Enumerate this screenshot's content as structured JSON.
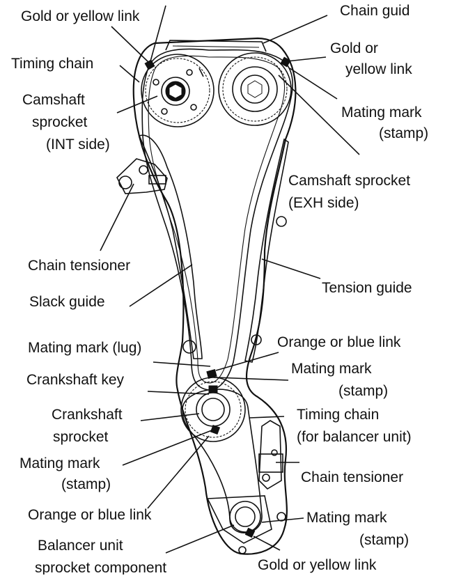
{
  "labels": {
    "gold_link_top_left": "Gold or yellow link",
    "chain_guide": "Chain guid",
    "timing_chain": "Timing chain",
    "gold_link_right_l1": "Gold or",
    "gold_link_right_l2": "yellow link",
    "camshaft_int_l1": "Camshaft",
    "camshaft_int_l2": "sprocket",
    "camshaft_int_l3": "(INT side)",
    "mating_mark_top_l1": "Mating mark",
    "mating_mark_top_l2": "(stamp)",
    "camshaft_exh_l1": "Camshaft sprocket",
    "camshaft_exh_l2": "(EXH side)",
    "chain_tensioner_left": "Chain tensioner",
    "tension_guide": "Tension guide",
    "slack_guide": "Slack guide",
    "mating_mark_lug": "Mating mark (lug)",
    "orange_link_top": "Orange or blue link",
    "crankshaft_key": "Crankshaft key",
    "mating_mark_mid_l1": "Mating mark",
    "mating_mark_mid_l2": "(stamp)",
    "crankshaft_sprocket_l1": "Crankshaft",
    "crankshaft_sprocket_l2": "sprocket",
    "timing_chain_bal_l1": "Timing chain",
    "timing_chain_bal_l2": "(for balancer unit)",
    "mating_mark_low_l1": "Mating mark",
    "mating_mark_low_l2": "(stamp)",
    "chain_tensioner_right": "Chain tensioner",
    "orange_link_bottom": "Orange or blue link",
    "mating_mark_bottom_l1": "Mating mark",
    "mating_mark_bottom_l2": "(stamp)",
    "balancer_l1": "Balancer unit",
    "balancer_l2": "sprocket component",
    "gold_link_bottom": "Gold or yellow link"
  }
}
